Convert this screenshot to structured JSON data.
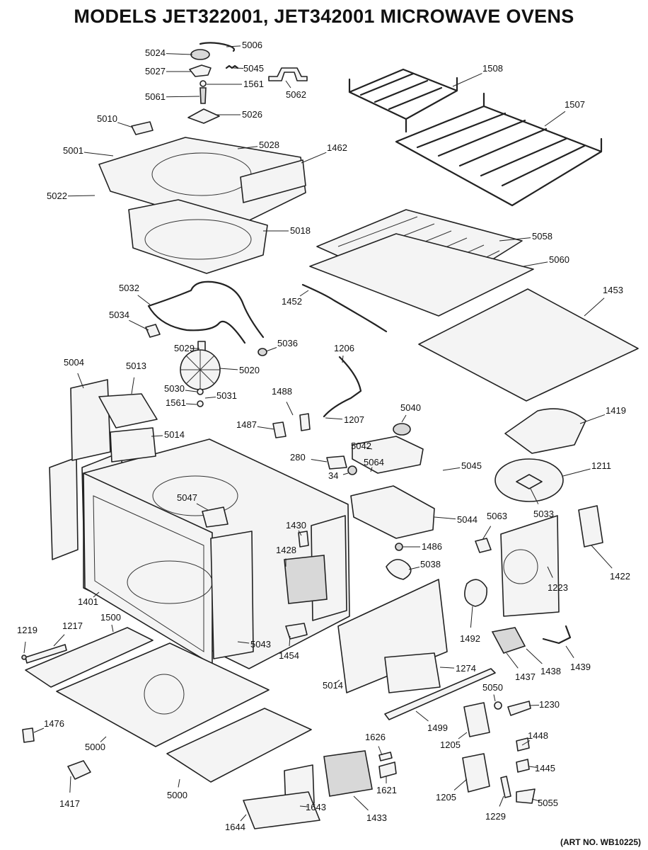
{
  "title": "MODELS JET322001, JET342001  MICROWAVE OVENS",
  "art_number": "(ART NO. WB10225)",
  "callouts": [
    {
      "id": "c5006",
      "label": "5006"
    },
    {
      "id": "c5024",
      "label": "5024"
    },
    {
      "id": "c5045a",
      "label": "5045"
    },
    {
      "id": "c5027",
      "label": "5027"
    },
    {
      "id": "c1561a",
      "label": "1561"
    },
    {
      "id": "c5062",
      "label": "5062"
    },
    {
      "id": "c5061",
      "label": "5061"
    },
    {
      "id": "c5026",
      "label": "5026"
    },
    {
      "id": "c5010",
      "label": "5010"
    },
    {
      "id": "c1508",
      "label": "1508"
    },
    {
      "id": "c1507",
      "label": "1507"
    },
    {
      "id": "c5001",
      "label": "5001"
    },
    {
      "id": "c5028",
      "label": "5028"
    },
    {
      "id": "c1462",
      "label": "1462"
    },
    {
      "id": "c5022",
      "label": "5022"
    },
    {
      "id": "c5018",
      "label": "5018"
    },
    {
      "id": "c5058",
      "label": "5058"
    },
    {
      "id": "c5060",
      "label": "5060"
    },
    {
      "id": "c5032",
      "label": "5032"
    },
    {
      "id": "c1452",
      "label": "1452"
    },
    {
      "id": "c1453",
      "label": "1453"
    },
    {
      "id": "c5034",
      "label": "5034"
    },
    {
      "id": "c5029",
      "label": "5029"
    },
    {
      "id": "c5036",
      "label": "5036"
    },
    {
      "id": "c1206",
      "label": "1206"
    },
    {
      "id": "c5004",
      "label": "5004"
    },
    {
      "id": "c5013",
      "label": "5013"
    },
    {
      "id": "c5020",
      "label": "5020"
    },
    {
      "id": "c5030",
      "label": "5030"
    },
    {
      "id": "c5031",
      "label": "5031"
    },
    {
      "id": "c1561b",
      "label": "1561"
    },
    {
      "id": "c1488",
      "label": "1488"
    },
    {
      "id": "c5040",
      "label": "5040"
    },
    {
      "id": "c1207",
      "label": "1207"
    },
    {
      "id": "c1487",
      "label": "1487"
    },
    {
      "id": "c1419",
      "label": "1419"
    },
    {
      "id": "c5014a",
      "label": "5014"
    },
    {
      "id": "c5042",
      "label": "5042"
    },
    {
      "id": "c280",
      "label": "280"
    },
    {
      "id": "c5064",
      "label": "5064"
    },
    {
      "id": "c5045b",
      "label": "5045"
    },
    {
      "id": "c1211",
      "label": "1211"
    },
    {
      "id": "c34",
      "label": "34"
    },
    {
      "id": "c5047",
      "label": "5047"
    },
    {
      "id": "c5033",
      "label": "5033"
    },
    {
      "id": "c5044",
      "label": "5044"
    },
    {
      "id": "c5063",
      "label": "5063"
    },
    {
      "id": "c1430",
      "label": "1430"
    },
    {
      "id": "c1486",
      "label": "1486"
    },
    {
      "id": "c1428",
      "label": "1428"
    },
    {
      "id": "c5038",
      "label": "5038"
    },
    {
      "id": "c1223",
      "label": "1223"
    },
    {
      "id": "c1422",
      "label": "1422"
    },
    {
      "id": "c1401",
      "label": "1401"
    },
    {
      "id": "c1492",
      "label": "1492"
    },
    {
      "id": "c1219",
      "label": "1219"
    },
    {
      "id": "c1217",
      "label": "1217"
    },
    {
      "id": "c1500",
      "label": "1500"
    },
    {
      "id": "c5043",
      "label": "5043"
    },
    {
      "id": "c1454",
      "label": "1454"
    },
    {
      "id": "c1437",
      "label": "1437"
    },
    {
      "id": "c1438",
      "label": "1438"
    },
    {
      "id": "c1439",
      "label": "1439"
    },
    {
      "id": "c5014b",
      "label": "5014"
    },
    {
      "id": "c1274",
      "label": "1274"
    },
    {
      "id": "c5050",
      "label": "5050"
    },
    {
      "id": "c1230",
      "label": "1230"
    },
    {
      "id": "c1476",
      "label": "1476"
    },
    {
      "id": "c1499",
      "label": "1499"
    },
    {
      "id": "c5000a",
      "label": "5000"
    },
    {
      "id": "c1626",
      "label": "1626"
    },
    {
      "id": "c1205a",
      "label": "1205"
    },
    {
      "id": "c1448",
      "label": "1448"
    },
    {
      "id": "c1445",
      "label": "1445"
    },
    {
      "id": "c1417",
      "label": "1417"
    },
    {
      "id": "c5000b",
      "label": "5000"
    },
    {
      "id": "c1621",
      "label": "1621"
    },
    {
      "id": "c1643",
      "label": "1643"
    },
    {
      "id": "c1433",
      "label": "1433"
    },
    {
      "id": "c1205b",
      "label": "1205"
    },
    {
      "id": "c5055",
      "label": "5055"
    },
    {
      "id": "c1229",
      "label": "1229"
    },
    {
      "id": "c1644",
      "label": "1644"
    }
  ]
}
